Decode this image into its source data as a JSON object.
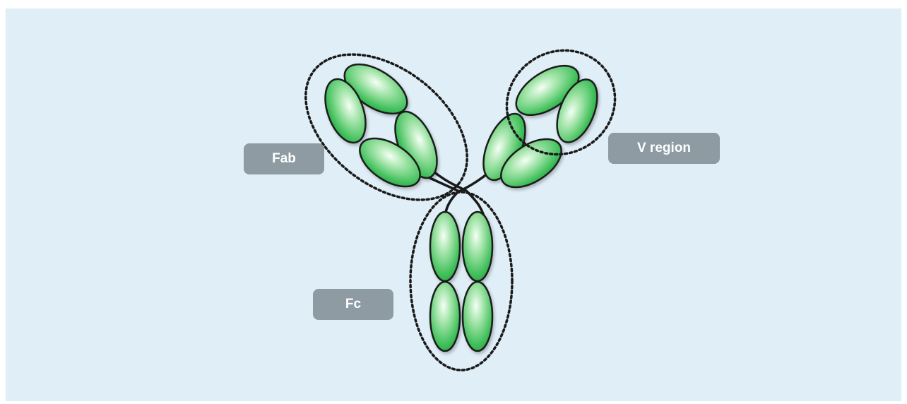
{
  "labels": {
    "fab": "Fab",
    "v_region": "V region",
    "fc": "Fc"
  },
  "colors": {
    "background": "#e0eef7",
    "domain_fill": "#3fbf5a",
    "domain_highlight": "#e8fbe9",
    "label_fill": "#8e9ba3",
    "outline": "#1a1a1a"
  }
}
